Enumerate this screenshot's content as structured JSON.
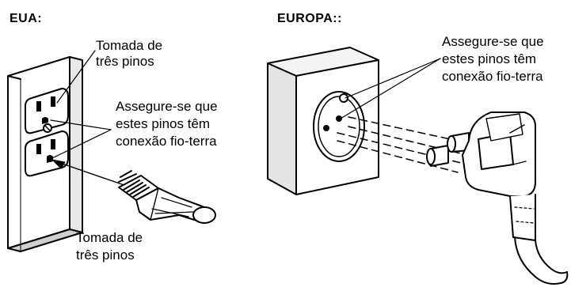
{
  "usa": {
    "heading": "EUA:",
    "socket_label": [
      "Tomada de",
      "três pinos"
    ],
    "ground_note": [
      "Assegure-se que",
      "estes pinos têm",
      "conexão fio-terra"
    ],
    "plug_label": [
      "Tomada de",
      "três pinos"
    ]
  },
  "europe": {
    "heading": "EUROPA::",
    "ground_note": [
      "Assegure-se que",
      "estes pinos têm",
      "conexão fio-terra"
    ]
  }
}
